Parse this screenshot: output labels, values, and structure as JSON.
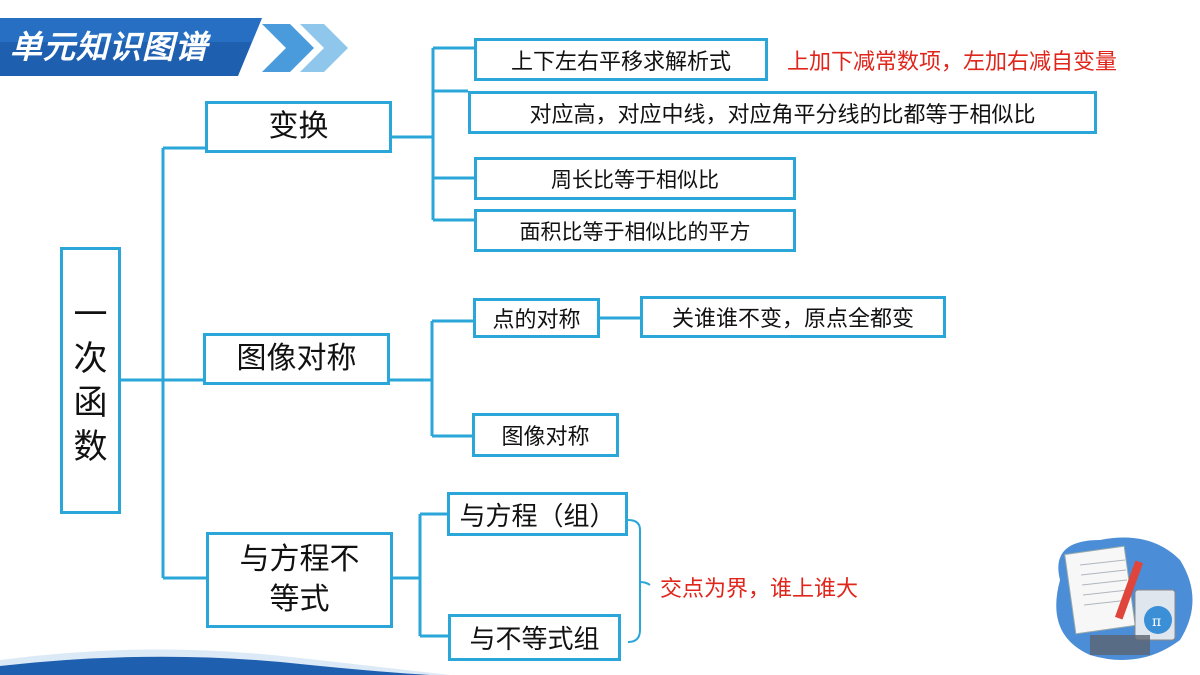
{
  "header": {
    "title": "单元知识图谱"
  },
  "root": {
    "chars": [
      "一",
      "次",
      "函",
      "数"
    ]
  },
  "branches": {
    "transform": {
      "label": "变换",
      "items": [
        "上下左右平移求解析式",
        "对应高，对应中线，对应角平分线的比都等于相似比",
        "周长比等于相似比",
        "面积比等于相似比的平方"
      ],
      "note": "上加下减常数项，左加右减自变量"
    },
    "symmetry": {
      "label": "图像对称",
      "items": [
        "点的对称",
        "图像对称"
      ],
      "point_rule": "关谁谁不变，原点全都变"
    },
    "equations": {
      "label_line1": "与方程不",
      "label_line2": "等式",
      "items": [
        "与方程（组）",
        "与不等式组"
      ],
      "note": "交点为界，谁上谁大"
    }
  },
  "colors": {
    "line": "#2aa7d8",
    "note": "#e0251b",
    "banner": "#1f5fb0"
  }
}
